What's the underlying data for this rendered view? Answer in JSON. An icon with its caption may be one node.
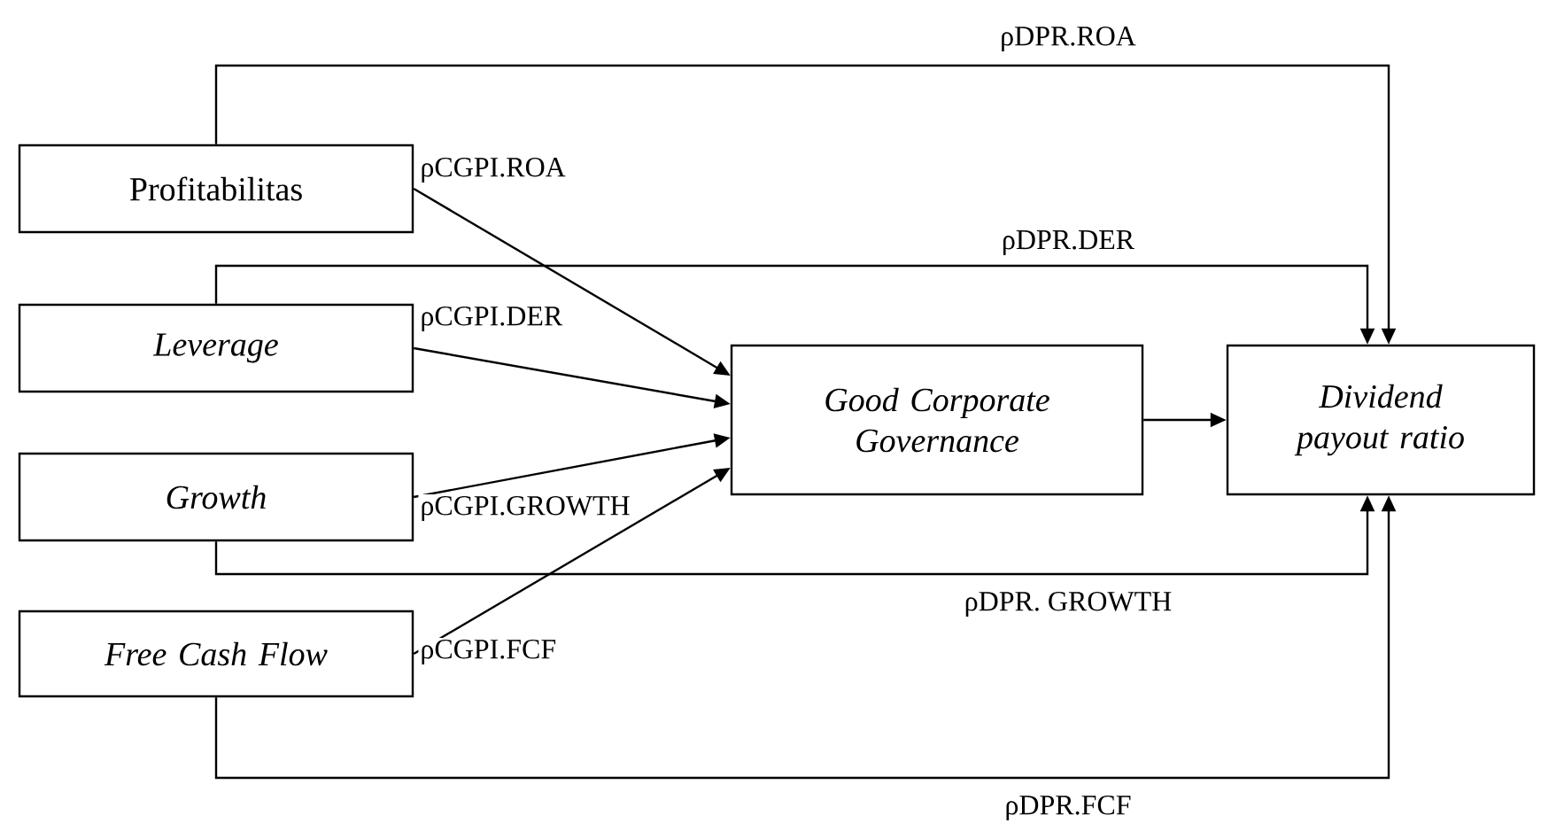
{
  "diagram": {
    "nodes": [
      {
        "text": [
          "Profitabilitas"
        ]
      },
      {
        "text": [
          "Leverage"
        ]
      },
      {
        "text": [
          "Growth"
        ]
      },
      {
        "text": [
          "Free Cash Flow"
        ]
      },
      {
        "text": [
          "Good Corporate Governance"
        ]
      },
      {
        "text": [
          "Dividend payout ratio"
        ]
      }
    ],
    "edges": [
      {
        "from": 0,
        "to": 4,
        "arrow": "to",
        "label": "ρCGPI.ROA"
      },
      {
        "from": 1,
        "to": 4,
        "arrow": "to",
        "label": "ρCGPI.DER"
      },
      {
        "from": 2,
        "to": 4,
        "arrow": "to",
        "label": "ρCGPI.GROWTH"
      },
      {
        "from": 3,
        "to": 4,
        "arrow": "to",
        "label": "ρCGPI.FCF"
      },
      {
        "from": 4,
        "to": 5,
        "arrow": "to"
      },
      {
        "from": 0,
        "to": 5,
        "arrow": "to",
        "label": "ρDPR.ROA"
      },
      {
        "from": 1,
        "to": 5,
        "arrow": "to",
        "label": "ρDPR.DER"
      },
      {
        "from": 2,
        "to": 5,
        "arrow": "to",
        "label": "ρDPR. GROWTH"
      },
      {
        "from": 3,
        "to": 5,
        "arrow": "to",
        "label": "ρDPR.FCF"
      }
    ]
  }
}
